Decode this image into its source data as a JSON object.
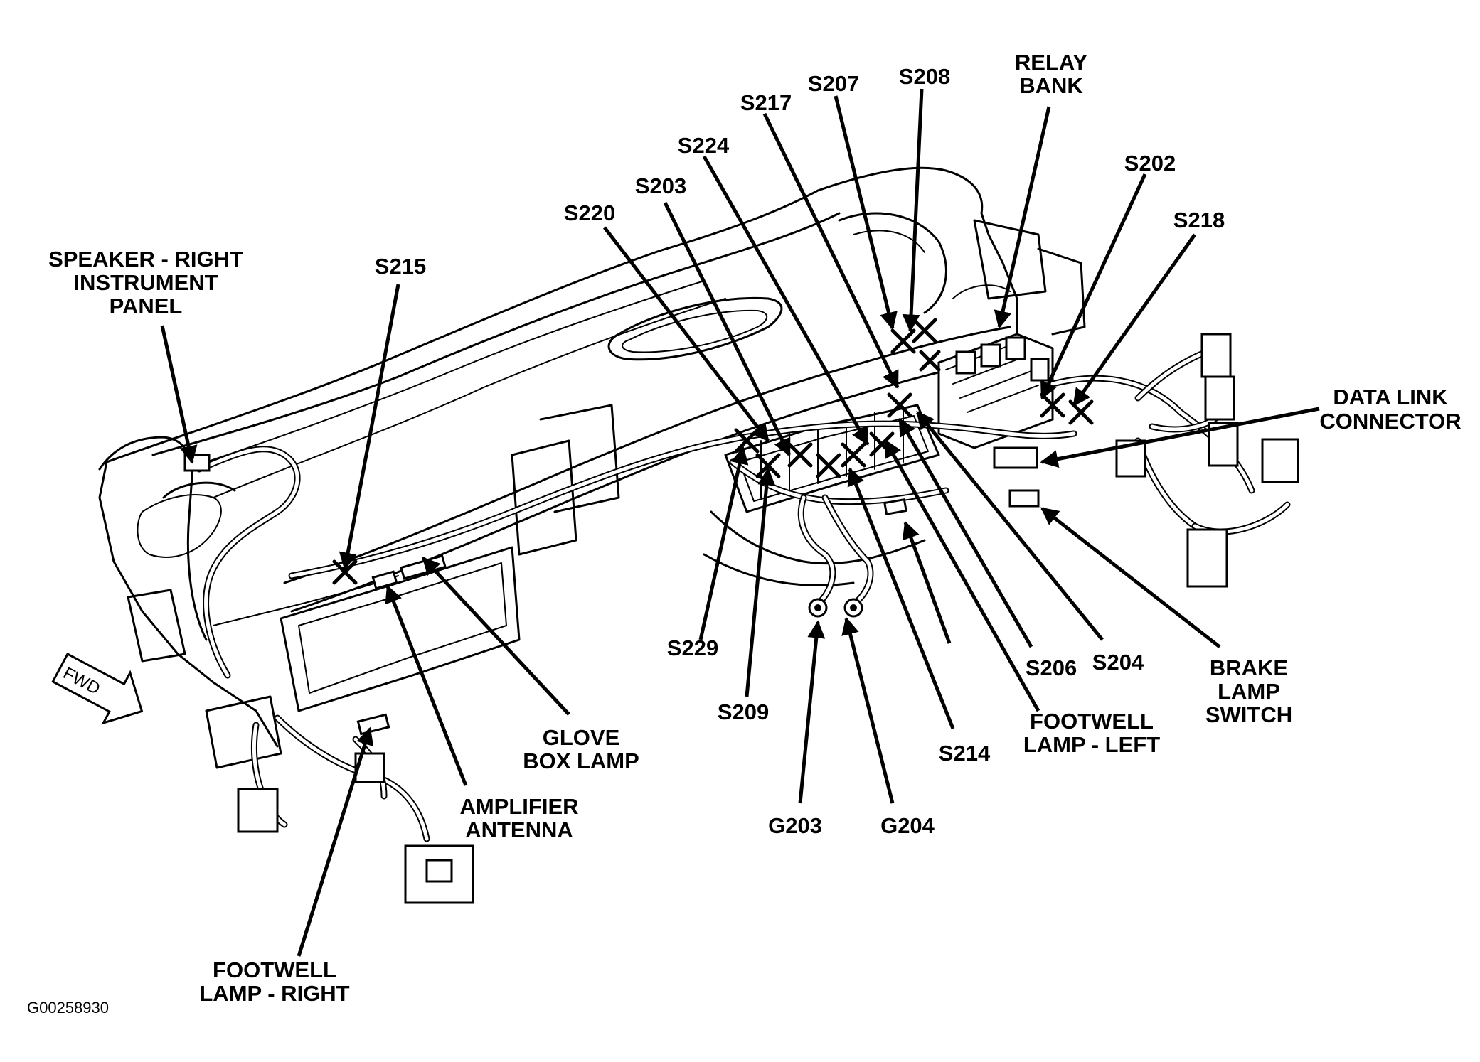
{
  "labels": {
    "speaker_right": [
      "SPEAKER - RIGHT",
      "INSTRUMENT",
      "PANEL"
    ],
    "s215": "S215",
    "s220": "S220",
    "s203": "S203",
    "s224": "S224",
    "s217": "S217",
    "s207": "S207",
    "s208": "S208",
    "relay_bank": [
      "RELAY",
      "BANK"
    ],
    "s202": "S202",
    "s218": "S218",
    "data_link_connector": [
      "DATA LINK",
      "CONNECTOR"
    ],
    "brake_lamp_switch": [
      "BRAKE",
      "LAMP",
      "SWITCH"
    ],
    "s204": "S204",
    "s206": "S206",
    "footwell_lamp_left": [
      "FOOTWELL",
      "LAMP - LEFT"
    ],
    "s214": "S214",
    "g204": "G204",
    "g203": "G203",
    "s209": "S209",
    "s229": "S229",
    "glove_box_lamp": [
      "GLOVE",
      "BOX LAMP"
    ],
    "amplifier_antenna": [
      "AMPLIFIER",
      "ANTENNA"
    ],
    "footwell_lamp_right": [
      "FOOTWELL",
      "LAMP - RIGHT"
    ],
    "fwd_marker": "FWD"
  },
  "figure_id": "G00258930"
}
